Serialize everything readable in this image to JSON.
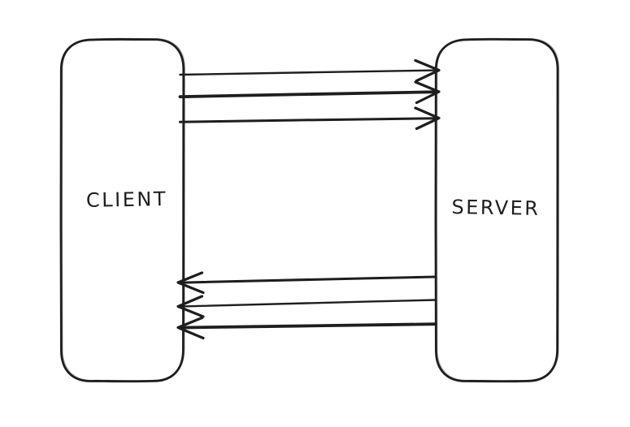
{
  "app": {
    "background": "#ffffff",
    "ink_color": "#1e1e1e",
    "style": "hand-drawn-whiteboard"
  },
  "nodes": [
    {
      "id": "client",
      "label": "CLIENT"
    },
    {
      "id": "server",
      "label": "SERVER"
    }
  ],
  "connections": {
    "top_arrows": {
      "count": 3,
      "from": "client",
      "to": "server",
      "direction": "right"
    },
    "bottom_arrows": {
      "count": 3,
      "from": "server",
      "to": "client",
      "direction": "left"
    }
  }
}
